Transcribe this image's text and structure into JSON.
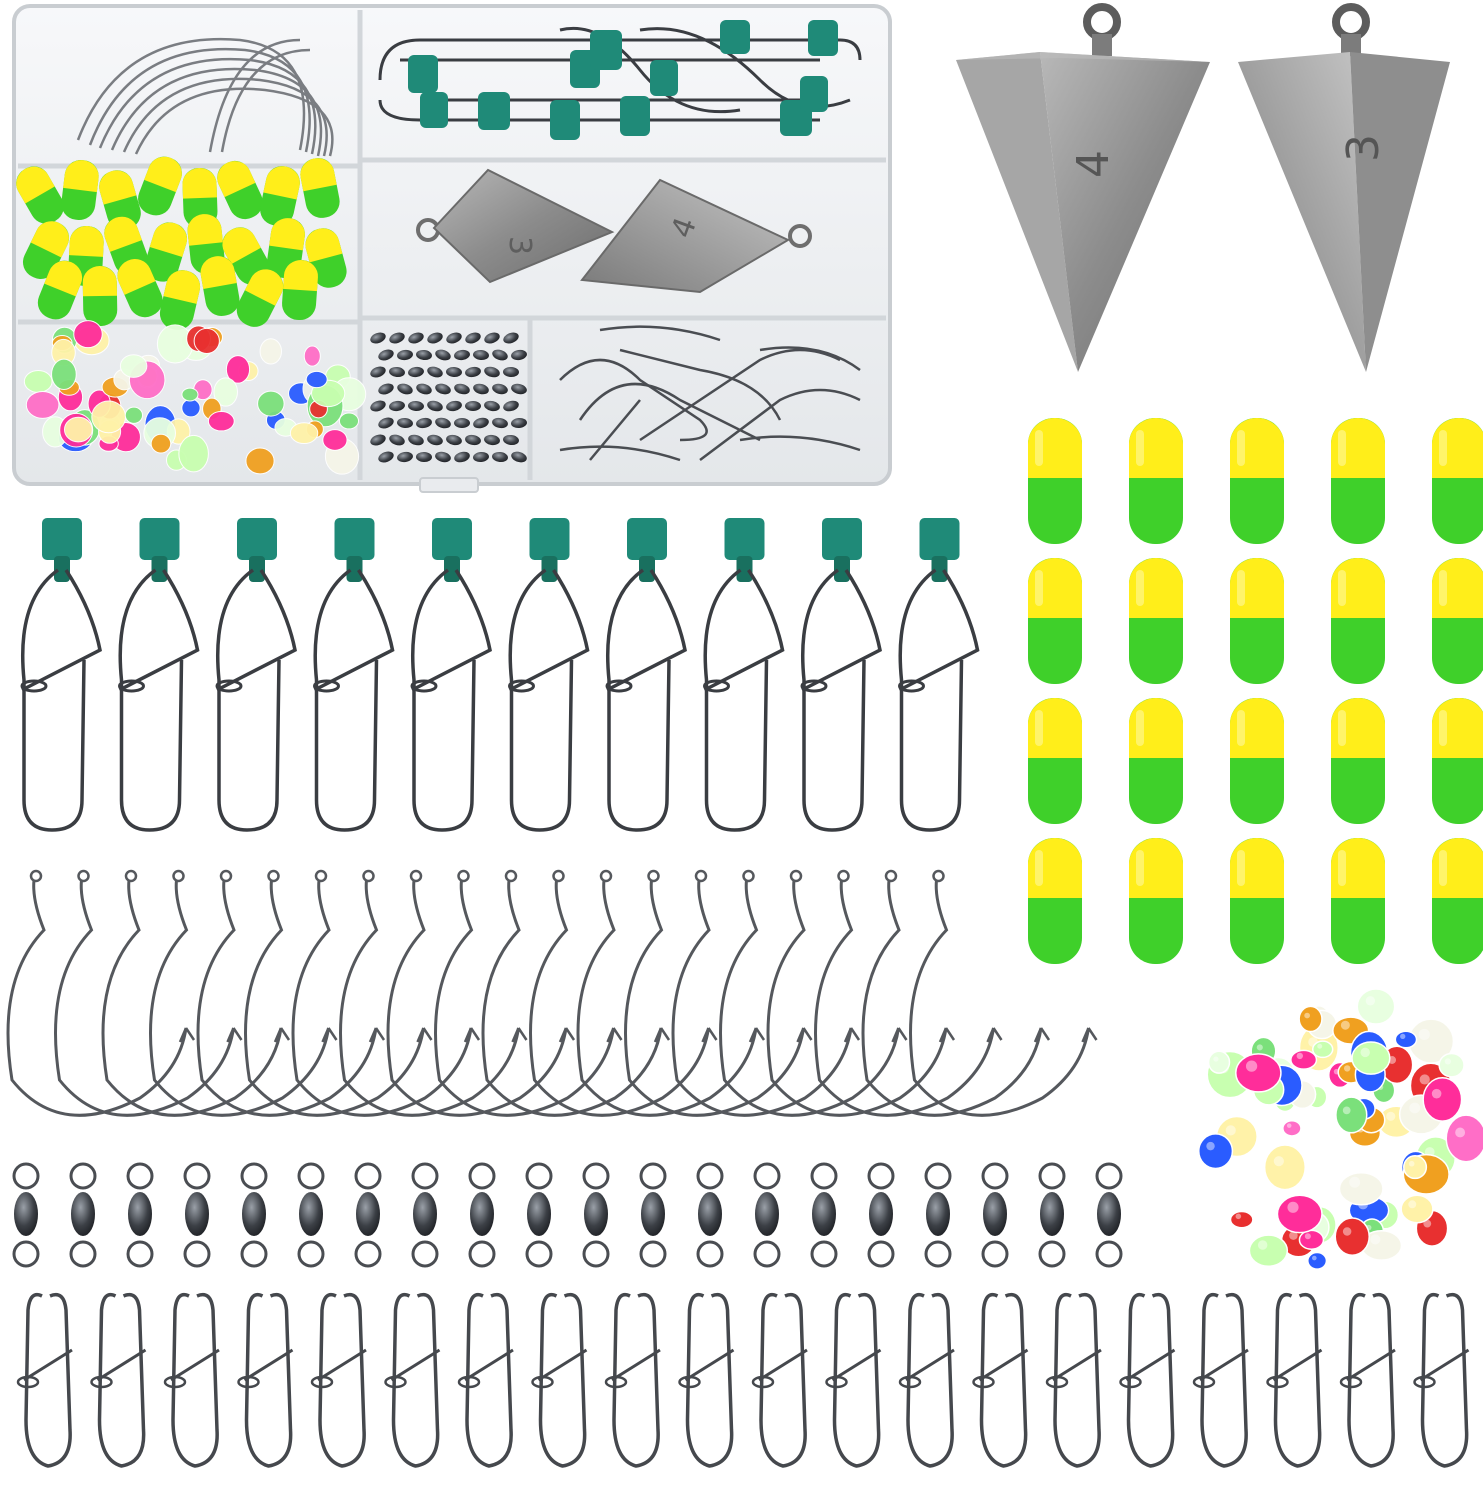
{
  "scene": {
    "background": "#ffffff",
    "subject": "fishing-tackle-kit",
    "colors": {
      "float_yellow": "#ffee1a",
      "float_green": "#3fd02a",
      "stopper_teal": "#1f8a78",
      "metal_steel": "#3a3d42",
      "lead_gray": "#9a9a9a",
      "box_clear": "#f2f4f6"
    }
  },
  "sinkers": {
    "large": [
      {
        "weight": "4"
      },
      {
        "weight": "3"
      }
    ],
    "in_box": [
      {
        "weight": "3"
      },
      {
        "weight": "4"
      }
    ]
  },
  "counts": {
    "sliding_clips": 10,
    "floats": 20,
    "hooks": 20,
    "swivels": 20,
    "snaps": 20
  },
  "beads": {
    "colors": [
      "#ff2d9a",
      "#e83030",
      "#2a5cff",
      "#f0a020",
      "#c8ffb0",
      "#e8ffe0",
      "#7be07b",
      "#f5f5e8",
      "#ff6ec7",
      "#fff2a8"
    ]
  }
}
